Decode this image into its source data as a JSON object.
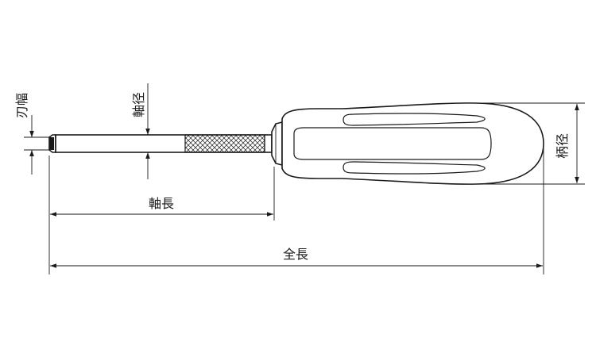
{
  "labels": {
    "blade_width": "刃幅",
    "shaft_diameter": "軸径",
    "handle_diameter": "柄径",
    "shaft_length": "軸長",
    "overall_length": "全長"
  },
  "colors": {
    "line": "#1a1a1a",
    "background": "#ffffff"
  }
}
